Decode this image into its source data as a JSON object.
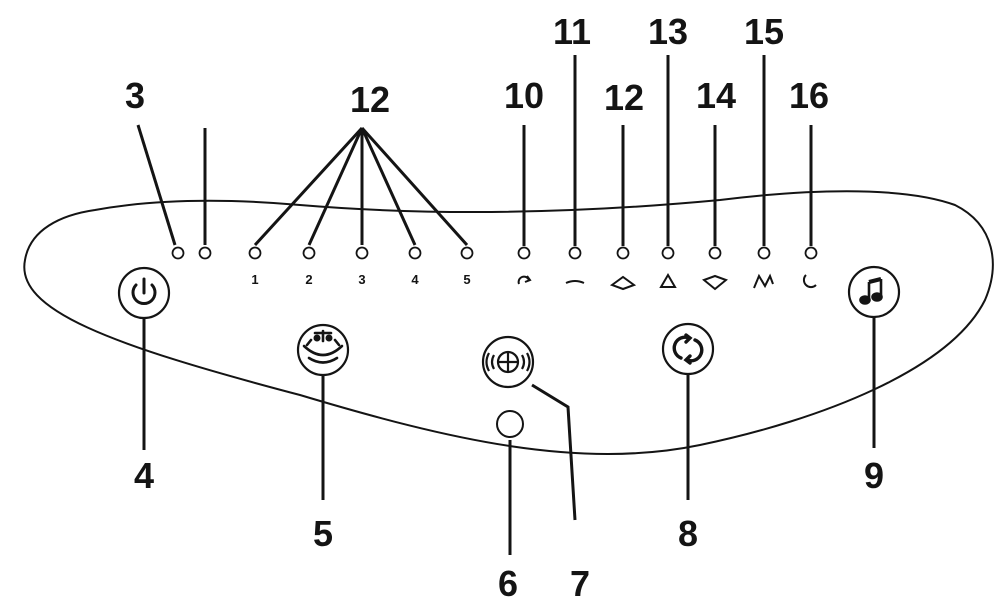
{
  "diagram": {
    "callouts": {
      "n3": "3",
      "n12a": "12",
      "n10": "10",
      "n11": "11",
      "n12b": "12",
      "n13": "13",
      "n14": "14",
      "n15": "15",
      "n16": "16",
      "n4": "4",
      "n5": "5",
      "n6": "6",
      "n7": "7",
      "n8": "8",
      "n9": "9"
    },
    "speed_scale": {
      "s1": "1",
      "s2": "2",
      "s3": "3",
      "s4": "4",
      "s5": "5"
    },
    "buttons": {
      "power": "power-icon",
      "mode": "massage-mode-icon",
      "vibration": "vibration-icon",
      "swirl": "swirl-icon",
      "music": "music-note-icon"
    },
    "colors": {
      "line": "#141414",
      "panel_fill": "#ffffff"
    }
  }
}
